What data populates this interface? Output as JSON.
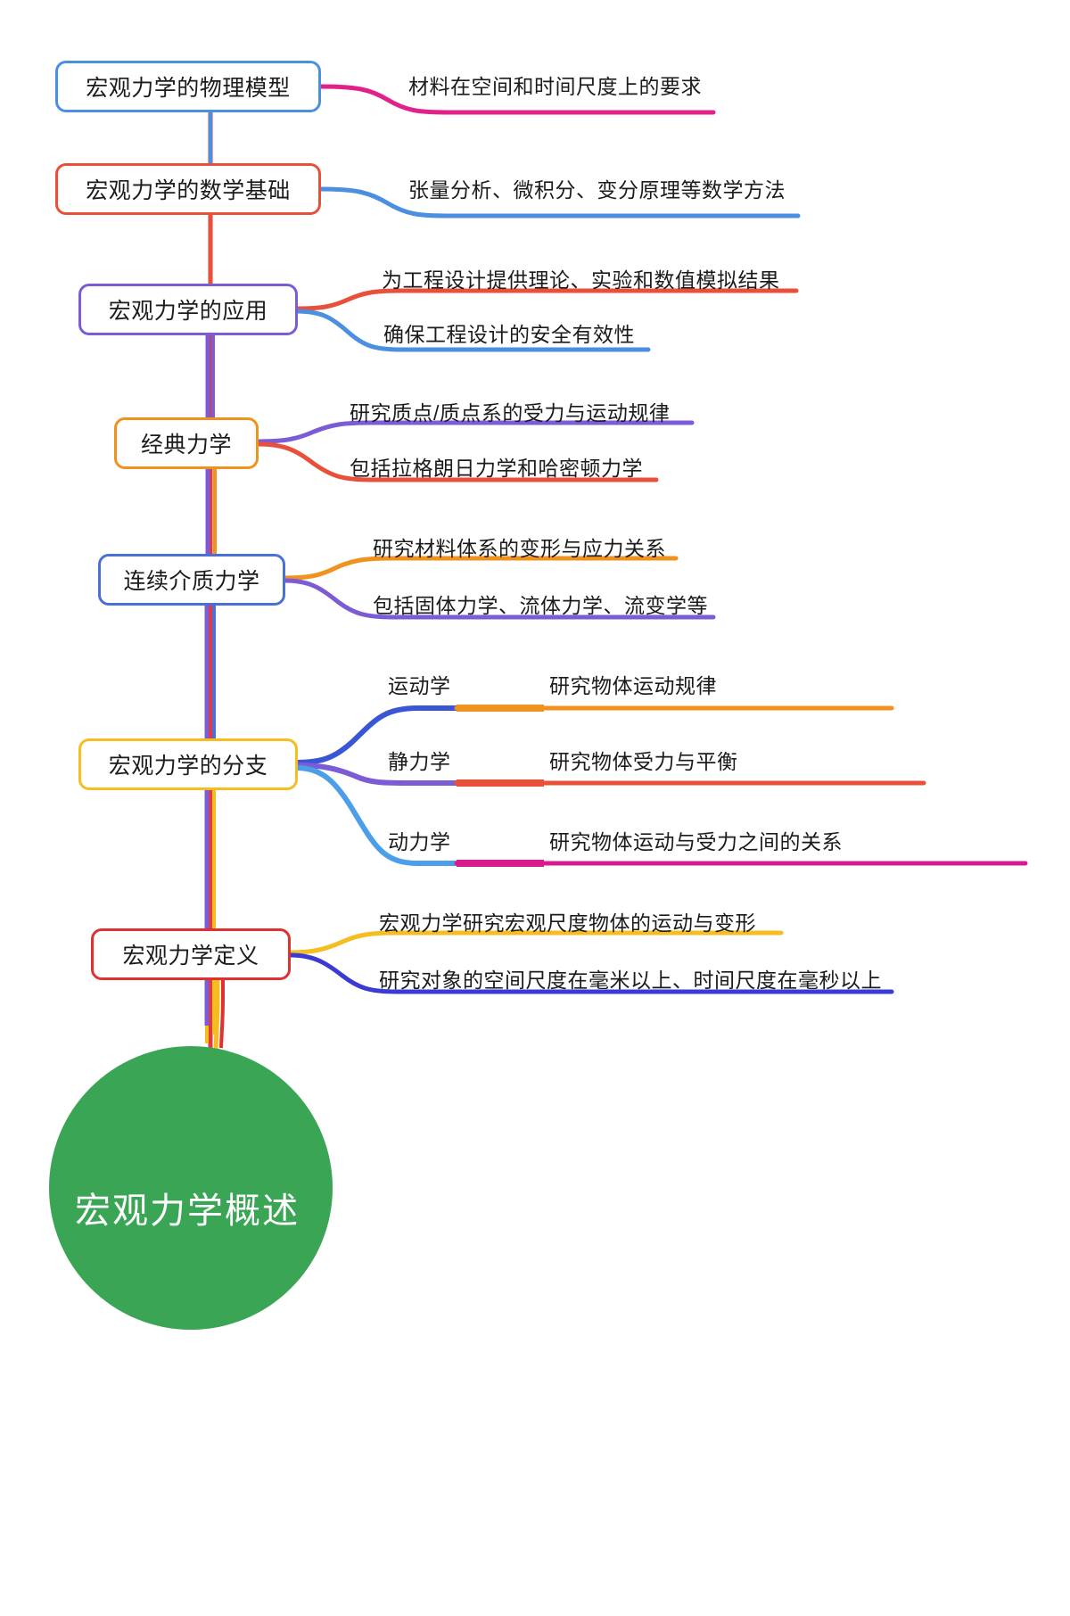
{
  "diagram": {
    "type": "mindmap",
    "root": {
      "label": "宏观力学概述",
      "shape": "circle",
      "fill": "#3aa655",
      "text_color": "#ffffff"
    },
    "trunk_colors": [
      "#4a90e2",
      "#e8503a",
      "#7b5cd6",
      "#f0921e",
      "#4a6fd6",
      "#f5bd1f",
      "#e03030"
    ],
    "branches": [
      {
        "label": "宏观力学的物理模型",
        "border_color": "#4a90e2",
        "children": [
          {
            "label": "材料在空间和时间尺度上的要求",
            "line_color": "#e0218a"
          }
        ]
      },
      {
        "label": "宏观力学的数学基础",
        "border_color": "#e8503a",
        "children": [
          {
            "label": "张量分析、微积分、变分原理等数学方法",
            "line_color": "#4a8fe0"
          }
        ]
      },
      {
        "label": "宏观力学的应用",
        "border_color": "#7b5cd6",
        "children": [
          {
            "label": "为工程设计提供理论、实验和数值模拟结果",
            "line_color": "#e8503a"
          },
          {
            "label": "确保工程设计的安全有效性",
            "line_color": "#4a8fe0"
          }
        ]
      },
      {
        "label": "经典力学",
        "border_color": "#f0921e",
        "children": [
          {
            "label": "研究质点/质点系的受力与运动规律",
            "line_color": "#7b5cd6"
          },
          {
            "label": "包括拉格朗日力学和哈密顿力学",
            "line_color": "#e8503a"
          }
        ]
      },
      {
        "label": "连续介质力学",
        "border_color": "#4a6fd6",
        "children": [
          {
            "label": "研究材料体系的变形与应力关系",
            "line_color": "#f0921e"
          },
          {
            "label": "包括固体力学、流体力学、流变学等",
            "line_color": "#7b5cd6"
          }
        ]
      },
      {
        "label": "宏观力学的分支",
        "border_color": "#f5bd1f",
        "children": [
          {
            "label": "运动学",
            "line_color": "#3a56d4",
            "grandchild": {
              "label": "研究物体运动规律",
              "line_color": "#f0921e"
            }
          },
          {
            "label": "静力学",
            "line_color": "#7b5cd6",
            "grandchild": {
              "label": "研究物体受力与平衡",
              "line_color": "#e8503a"
            }
          },
          {
            "label": "动力学",
            "line_color": "#4a9fe8",
            "grandchild": {
              "label": "研究物体运动与受力之间的关系",
              "line_color": "#d81b8c"
            }
          }
        ]
      },
      {
        "label": "宏观力学定义",
        "border_color": "#e03030",
        "children": [
          {
            "label": "宏观力学研究宏观尺度物体的运动与变形",
            "line_color": "#f5bd1f"
          },
          {
            "label": "研究对象的空间尺度在毫米以上、时间尺度在毫秒以上",
            "line_color": "#3a3ad4"
          }
        ]
      }
    ]
  }
}
